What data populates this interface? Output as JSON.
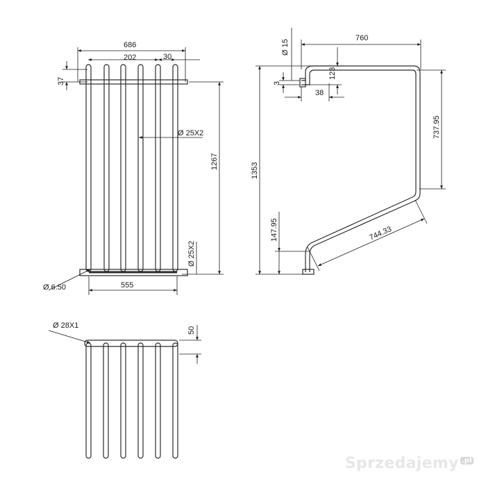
{
  "views": {
    "front": {
      "dimensions": {
        "overall_width": "686",
        "spacing": "202",
        "end_offset": "30",
        "top_offset": "37",
        "height": "1267",
        "tube_dia": "Ø 25X2",
        "lower_tube_dia": "Ø 25X2",
        "hole_dia": "Ø 6.50",
        "bottom_width": "555"
      }
    },
    "side": {
      "dimensions": {
        "top_tube_dia": "Ø 15",
        "top_length": "760",
        "top_drop": "123",
        "small_gap": "3",
        "end_length": "38",
        "right_height": "737.95",
        "total_height": "1353",
        "bottom_height": "147.95",
        "diagonal": "744.33"
      }
    },
    "bottom": {
      "dimensions": {
        "rail_dia": "Ø 28X1",
        "rail_height": "50"
      }
    }
  },
  "watermark": {
    "text": "Sprzedajemy",
    "suffix": ".pl"
  },
  "colors": {
    "line": "#2a2a2a",
    "background": "#ffffff",
    "watermark": "#e7e7e7"
  }
}
